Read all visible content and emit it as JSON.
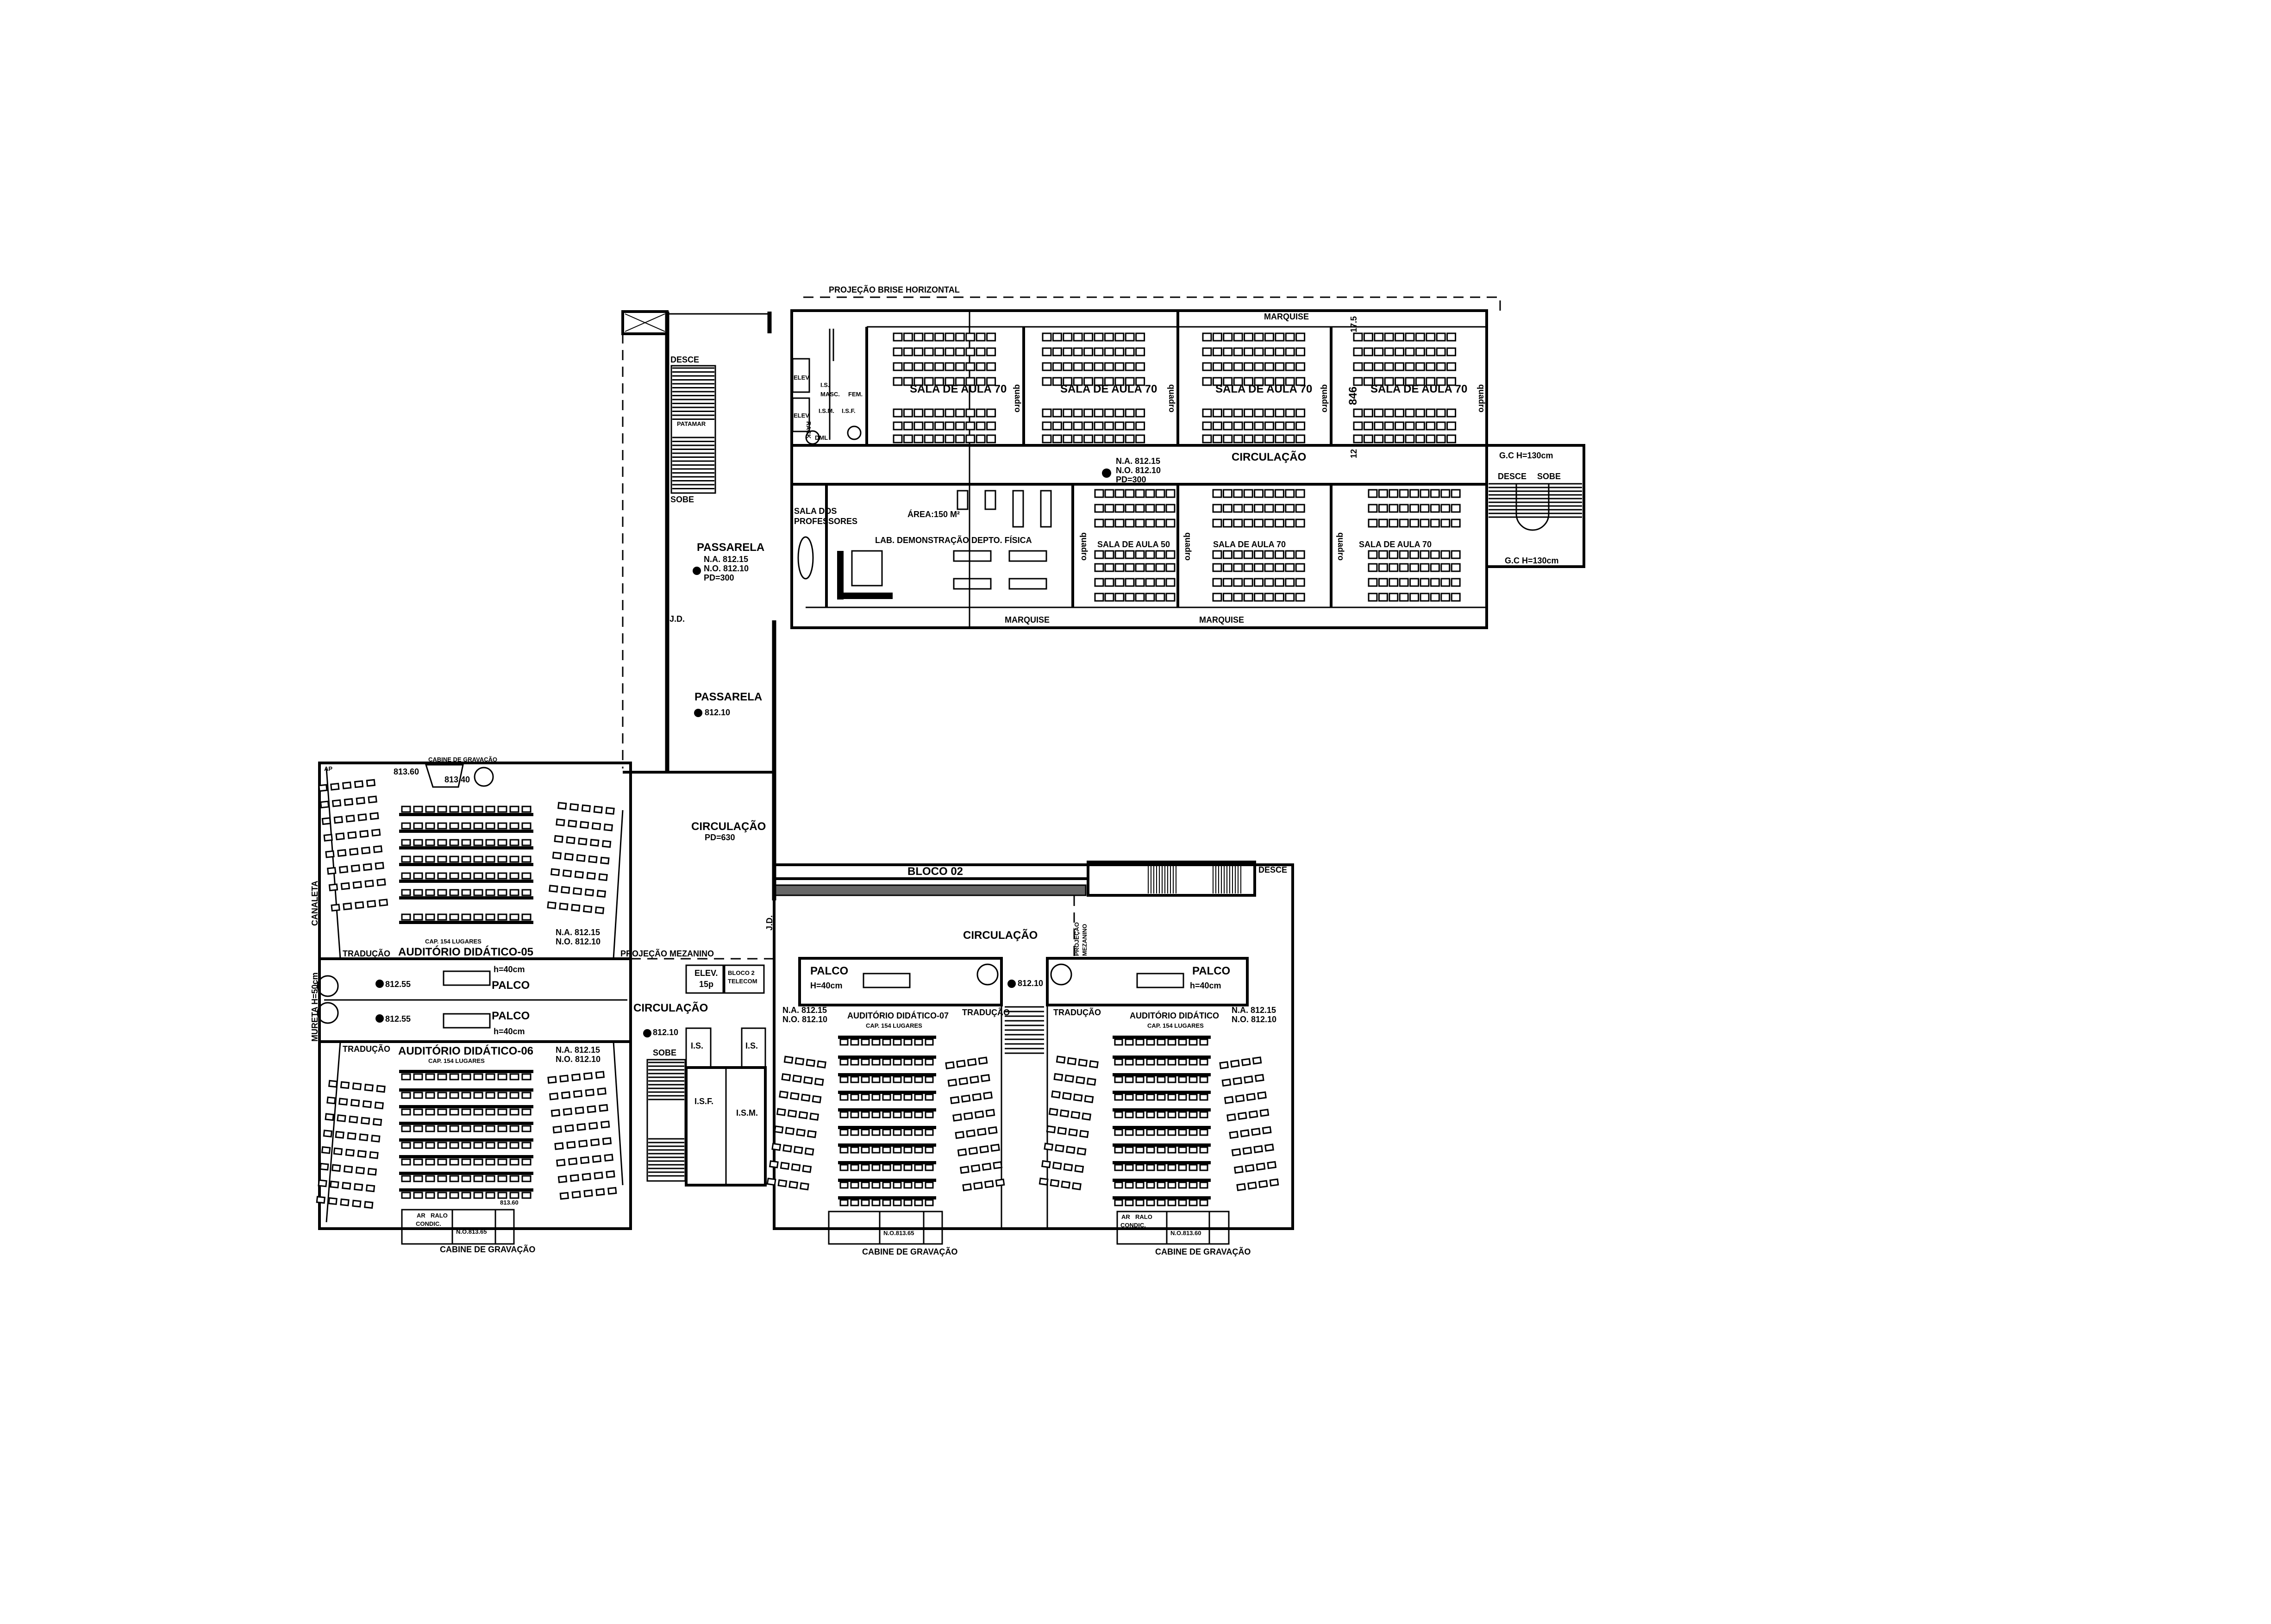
{
  "drawing": {
    "block_top": {
      "brise_projection": "PROJEÇÃO BRISE HORIZONTAL",
      "marquise": [
        "MARQUISE",
        "MARQUISE",
        "MARQUISE"
      ],
      "circulation": "CIRCULAÇÃO",
      "levels": {
        "na": "N.A. 812.15",
        "no": "N.O. 812.10",
        "pd": "PD=300"
      },
      "classrooms_top": [
        "SALA DE AULA 70",
        "SALA DE AULA 70",
        "SALA DE AULA 70",
        "SALA DE AULA 70"
      ],
      "classrooms_bottom": [
        "SALA DE AULA 50",
        "SALA DE AULA 70",
        "SALA DE AULA 70"
      ],
      "board_label": "quadro",
      "dimensions": {
        "d846": "846",
        "d17_5": "17.5",
        "d12": "12"
      },
      "services": {
        "is_masc": "I.S.",
        "masc": "MASC.",
        "fem": "FEM.",
        "ism": "I.S.M.",
        "isf": "I.S.F.",
        "elev": "ELEV.",
        "rack": "RACK",
        "dml": "DML"
      },
      "teachers_room": [
        "SALA DOS",
        "PROFESSORES"
      ],
      "lab_area": "ÁREA:150 M²",
      "lab_name": "LAB. DEMONSTRAÇÃO  DEPTO. FÍSICA",
      "stair_right": {
        "guard_top": "G.C H=130cm",
        "guard_bottom": "G.C H=130cm",
        "down": "DESCE",
        "up": "SOBE"
      }
    },
    "passarela": {
      "stair": {
        "down": "DESCE",
        "landing": "PATAMAR",
        "up": "SOBE"
      },
      "jd": "J.D.",
      "title_1": "PASSARELA",
      "levels_1": {
        "na": "N.A. 812.15",
        "no": "N.O. 812.10",
        "pd": "PD=300"
      },
      "title_2": "PASSARELA",
      "level_2": "812.10"
    },
    "circulation_hall": {
      "title": "CIRCULAÇÃO",
      "pd": "PD=630"
    },
    "auditorium_05": {
      "title": "AUDITÓRIO DIDÁTICO-05",
      "capacity": "CAP. 154 LUGARES",
      "na": "N.A. 812.15",
      "no": "N.O. 812.10",
      "translation": "TRADUÇÃO",
      "booth": "CABINE DE GRAVAÇÃO",
      "booth_levels": [
        "813.60",
        "813.40"
      ],
      "stage": "PALCO",
      "stage_height": "h=40cm",
      "stage_level": "812.55",
      "ap": "AP"
    },
    "auditorium_06": {
      "title": "AUDITÓRIO DIDÁTICO-06",
      "capacity": "CAP. 154 LUGARES",
      "na": "N.A. 812.15",
      "no": "N.O. 812.10",
      "translation": "TRADUÇÃO",
      "stage": "PALCO",
      "stage_height": "h=40cm",
      "stage_level": "812.55",
      "booth": "CABINE DE GRAVAÇÃO",
      "booth_ac": [
        "AR",
        "CONDIC."
      ],
      "booth_drain": "RALO",
      "booth_level": "N.O.813.65",
      "booth_level_2": "813.60"
    },
    "left_side": {
      "canaleta": "CANALETA",
      "mureta": "MURETA H=50cm",
      "mezzanine": "PROJEÇÃO MEZANINO"
    },
    "core": {
      "circulation": "CIRCULAÇÃO",
      "level": "812.10",
      "elevator": [
        "ELEV.",
        "15p"
      ],
      "telecom": [
        "BLOCO 2",
        "TELECOM"
      ],
      "is": "I.S.",
      "isf": "I.S.F.",
      "ism": "I.S.M.",
      "up": "SOBE"
    },
    "bloco_02": {
      "title": "BLOCO 02",
      "circulation": "CIRCULAÇÃO",
      "mezzanine": [
        "PROJEÇÃO",
        "MEZANINO"
      ],
      "down": "DESCE",
      "level": "812.10",
      "jd": "J.D."
    },
    "auditorium_07": {
      "title": "AUDITÓRIO DIDÁTICO-07",
      "capacity": "CAP. 154 LUGARES",
      "na": "N.A. 812.15",
      "no": "N.O. 812.10",
      "stage": "PALCO",
      "stage_height": "H=40cm",
      "translation": "TRADUÇÃO",
      "booth": "CABINE DE GRAVAÇÃO",
      "booth_level": "N.O.813.65"
    },
    "auditorium_08": {
      "title": "AUDITÓRIO DIDÁTICO",
      "capacity": "CAP. 154 LUGARES",
      "na": "N.A. 812.15",
      "no": "N.O. 812.10",
      "stage": "PALCO",
      "stage_height": "h=40cm",
      "translation": "TRADUÇÃO",
      "booth": "CABINE DE GRAVAÇÃO",
      "booth_ac": [
        "AR",
        "CONDIC."
      ],
      "booth_drain": "RALO",
      "booth_level": "N.O.813.60"
    }
  }
}
